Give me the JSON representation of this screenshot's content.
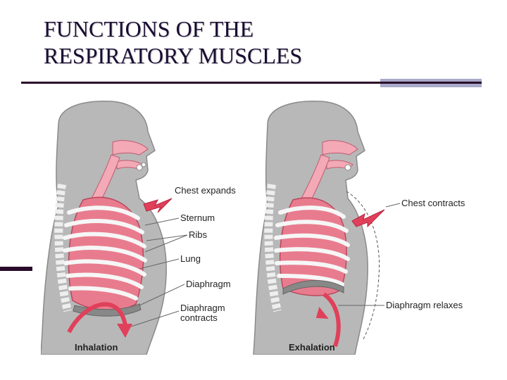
{
  "title": {
    "line1": "FUNCTIONS OF THE",
    "line2": "RESPIRATORY MUSCLES"
  },
  "inhalation": {
    "caption": "Inhalation",
    "chest_expands": "Chest expands",
    "sternum": "Sternum",
    "ribs": "Ribs",
    "lung": "Lung",
    "diaphragm": "Diaphragm",
    "diaphragm_contracts_1": "Diaphragm",
    "diaphragm_contracts_2": "contracts"
  },
  "exhalation": {
    "caption": "Exhalation",
    "chest_contracts": "Chest contracts",
    "diaphragm_relaxes": "Diaphragm relaxes"
  },
  "colors": {
    "title": "#1a0d33",
    "rule": "#2a0a2a",
    "accent": "#a9a9c9",
    "body": "#b8b8b8",
    "lung": "#e87c8e",
    "arrow": "#e0405a"
  }
}
